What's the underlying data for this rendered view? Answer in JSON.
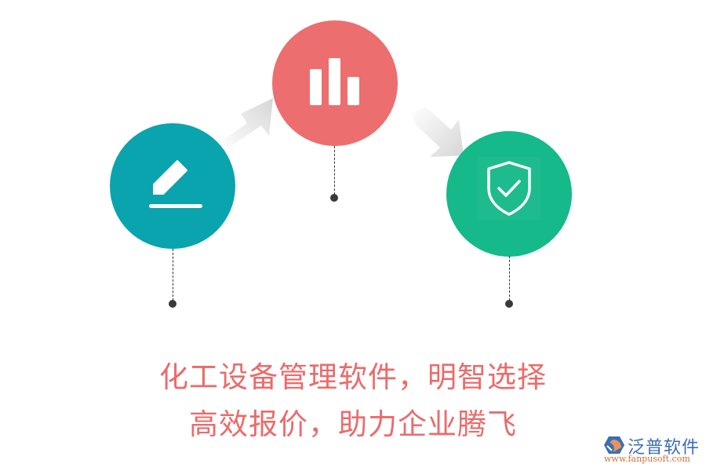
{
  "colors": {
    "teal": "#0aa4ae",
    "red": "#ec6e6e",
    "green": "#15b98a",
    "headline": "#ea6b6b",
    "arrow": "#d9d9d9",
    "dot": "#3a3a3a"
  },
  "steps": [
    {
      "icon": "pencil-edit-icon",
      "color": "#0aa4ae"
    },
    {
      "icon": "bar-chart-icon",
      "color": "#ec6e6e"
    },
    {
      "icon": "shield-check-icon",
      "color": "#15b98a"
    }
  ],
  "headline": {
    "line1": "化工设备管理软件，明智选择",
    "line2": "高效报价，助力企业腾飞"
  },
  "logo": {
    "name": "泛普软件",
    "url": "www.fanpusoft.com"
  }
}
